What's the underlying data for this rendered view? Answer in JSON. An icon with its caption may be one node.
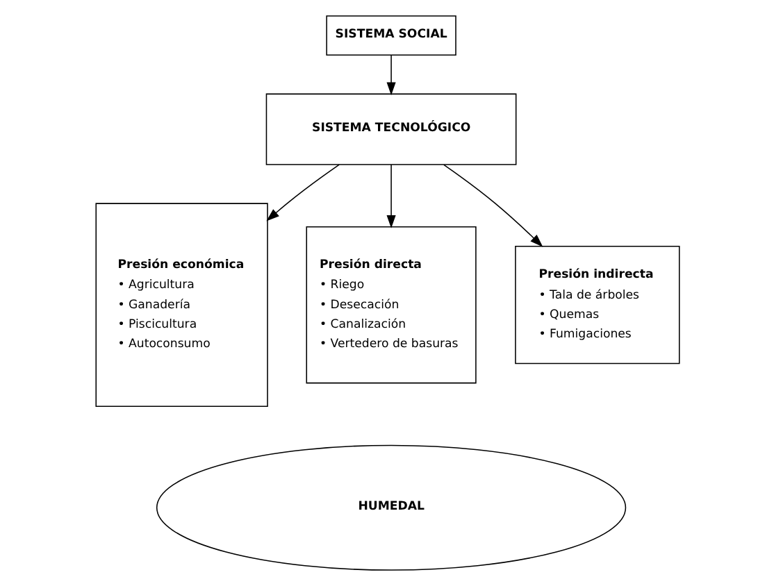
{
  "diagram": {
    "nodes": [
      {
        "text": [
          "SISTEMA SOCIAL"
        ]
      },
      {
        "text": [
          "SISTEMA TECNOLÓGICO"
        ]
      },
      {
        "text": [
          "Presión económica",
          "• Agricultura",
          "• Ganadería",
          "• Piscicultura",
          "• Autoconsumo"
        ]
      },
      {
        "text": [
          "Presión directa",
          "• Riego",
          "• Desecación",
          "• Canalización",
          "• Vertedero de basuras"
        ]
      },
      {
        "text": [
          "Presión indirecta",
          "• Tala de árboles",
          "• Quemas",
          "• Fumigaciones"
        ]
      },
      {
        "text": [
          "HUMEDAL"
        ]
      }
    ],
    "edges": [
      {
        "from": 0,
        "to": 1,
        "arrow": "to"
      },
      {
        "from": 1,
        "to": 2,
        "arrow": "to"
      },
      {
        "from": 1,
        "to": 3,
        "arrow": "to"
      },
      {
        "from": 1,
        "to": 4,
        "arrow": "to"
      }
    ]
  }
}
